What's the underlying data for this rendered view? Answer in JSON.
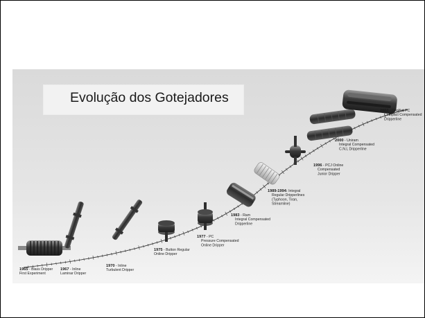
{
  "slide": {
    "title": "Evolução dos Gotejadores"
  },
  "timeline": [
    {
      "year": "1965",
      "lines": [
        "- Blass Dripper",
        "First Experiment"
      ]
    },
    {
      "year": "1967",
      "lines": [
        "- Inline",
        "Laminar Dripper"
      ]
    },
    {
      "year": "1970",
      "lines": [
        "- Inline",
        "Turbulent Dripper"
      ]
    },
    {
      "year": "1975",
      "lines": [
        "- Button Regular",
        "Online Dripper"
      ]
    },
    {
      "year": "1977",
      "lines": [
        "- PC",
        "Pressure Compensated",
        "Online Dripper"
      ]
    },
    {
      "year": "1983",
      "lines": [
        "- Ram",
        "Integral Compensated",
        "Dripperline"
      ]
    },
    {
      "year": "1989-1994:",
      "lines": [
        "Integral",
        "Regular Dripperlines",
        "(Typhoon, Tiran,",
        "Streamline)"
      ]
    },
    {
      "year": "1996",
      "lines": [
        "- PCJ Online",
        "Compensated",
        "Junior Dripper"
      ]
    },
    {
      "year": "2000",
      "lines": [
        "- Uniram",
        "Integral Compensated",
        "C.N.L Dripperline"
      ]
    },
    {
      "year": "2003",
      "lines": [
        "- DripNet PC",
        "Compact Compensated",
        "Dripperline"
      ]
    }
  ],
  "colors": {
    "slide_background": "#ffffff",
    "photo_background": "#dcdcdc",
    "title_box": "#f2f2f2",
    "title_text": "#1a1a1a",
    "product_dark": "#2a2a2a",
    "product_mid": "#6e6e6e",
    "product_light": "#bdbdbd"
  }
}
